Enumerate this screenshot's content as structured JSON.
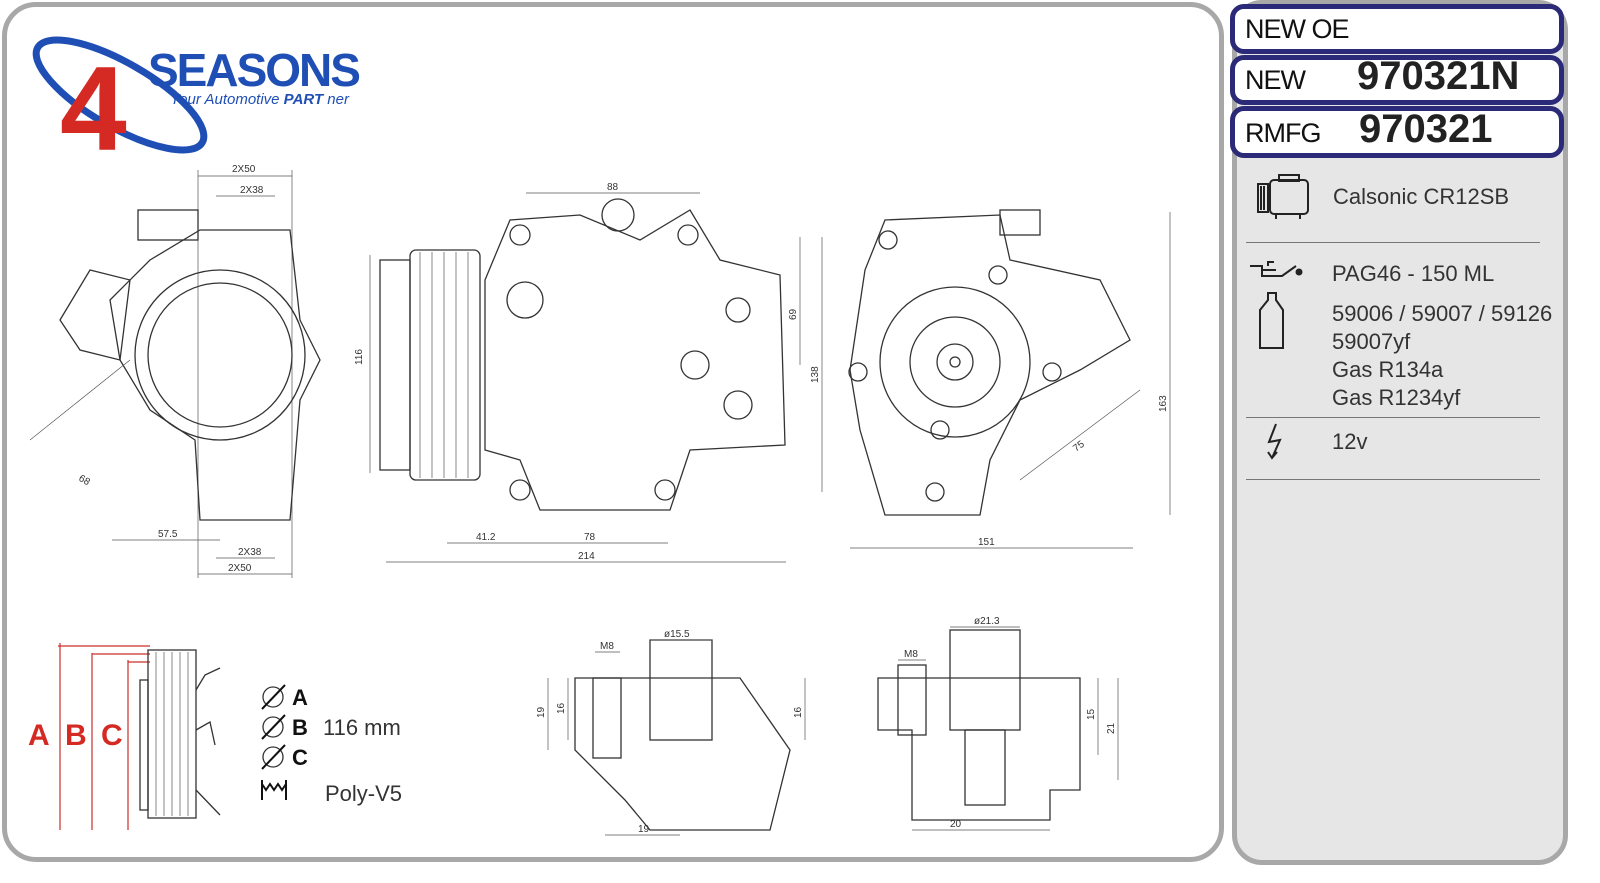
{
  "logo": {
    "brand": "SEASONS",
    "number": "4",
    "tagline_prefix": "Your Automotive ",
    "tagline_bold": "PART",
    "tagline_suffix": " ner",
    "colors": {
      "blue": "#1f4fb5",
      "red": "#d42a23"
    }
  },
  "part_numbers": {
    "new_oe_label": "NEW OE",
    "new_label": "NEW",
    "new_number": "970321N",
    "rmfg_label": "RMFG",
    "rmfg_number": "970321",
    "border_color": "#2b2a78"
  },
  "specs": {
    "compressor_icon": "compressor-icon",
    "compressor_model": "Calsonic CR12SB",
    "oil_icon": "oil-can-icon",
    "oil": "PAG46 - 150 ML",
    "bottle_icon": "oil-bottle-icon",
    "oil_refs": [
      "59006 / 59007 / 59126",
      "59007yf",
      "Gas R134a",
      "Gas R1234yf"
    ],
    "voltage_icon": "lightning-icon",
    "voltage": "12v"
  },
  "pulley": {
    "labels": [
      "A",
      "B",
      "C"
    ],
    "diameter_a": "A",
    "diameter_b": "B",
    "diameter_c": "C",
    "diameter_value": "116 mm",
    "belt": "Poly-V5"
  },
  "dimensions": {
    "front_view": {
      "top_outer": "2X50",
      "top_inner": "2X38",
      "diag": "68",
      "left_offset": "57.5",
      "bottom_inner": "2X38",
      "bottom_outer": "2X50"
    },
    "side_view": {
      "top": "88",
      "pulley_height": "116",
      "upper": "69",
      "height": "138",
      "hub": "41.2",
      "mount": "78",
      "length": "214"
    },
    "rear_view": {
      "height": "163",
      "radius": "75",
      "width": "151"
    },
    "port_1": {
      "thread": "M8",
      "bore": "ø15.5",
      "h_outer": "19",
      "h_inner": "16",
      "h_right": "16",
      "width": "19"
    },
    "port_2": {
      "thread": "M8",
      "bore": "ø21.3",
      "h_inner": "15",
      "h_outer": "21",
      "width": "20"
    }
  }
}
